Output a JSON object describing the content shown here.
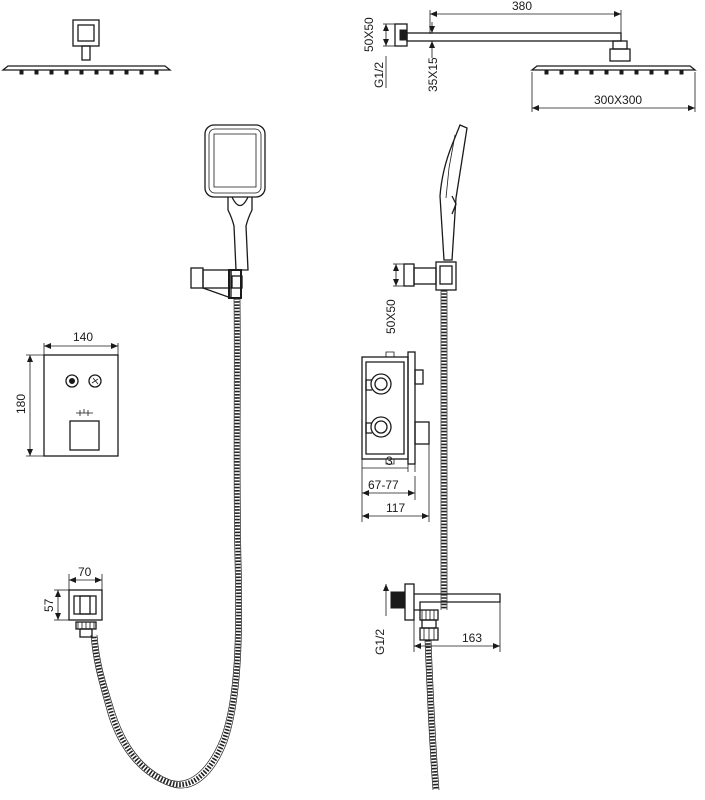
{
  "dimensions": {
    "arm_length": "380",
    "wall_flange_top": "50X50",
    "top_inlet_thread": "G1/2",
    "arm_section": "35X15",
    "head_size": "300X300",
    "holder_flange": "50X50",
    "panel_width": "140",
    "panel_height": "180",
    "valve_offset": "3",
    "valve_depth_range": "67-77",
    "valve_depth_total": "117",
    "outlet_width": "70",
    "outlet_height": "57",
    "spout_thread": "G1/2",
    "spout_length": "163"
  }
}
